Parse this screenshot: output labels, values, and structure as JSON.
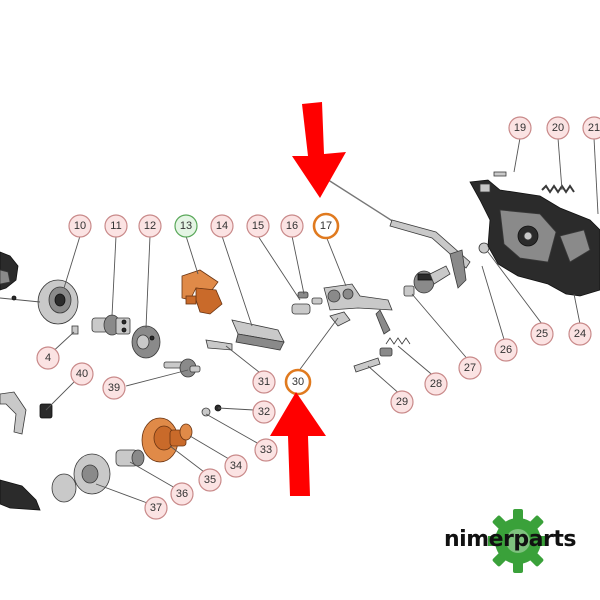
{
  "callouts": [
    "10",
    "11",
    "12",
    "13",
    "14",
    "15",
    "16",
    "17",
    "19",
    "20",
    "21",
    "24",
    "25",
    "26",
    "27",
    "28",
    "29",
    "30",
    "31",
    "32",
    "33",
    "34",
    "35",
    "36",
    "37",
    "39",
    "40",
    "4"
  ],
  "highlighted_callouts": [
    "17",
    "30"
  ],
  "green_callout": "13",
  "logo": {
    "text": "nimerparts"
  },
  "colors": {
    "callout_fill": "#fbe3e3",
    "highlight_ring": "#e07a1f",
    "arrow": "#ff0000",
    "highlight_part": "#c96a2a",
    "logo_gear": "#3aa13a"
  },
  "icons": [
    "down-arrow",
    "up-arrow",
    "gear-icon"
  ]
}
